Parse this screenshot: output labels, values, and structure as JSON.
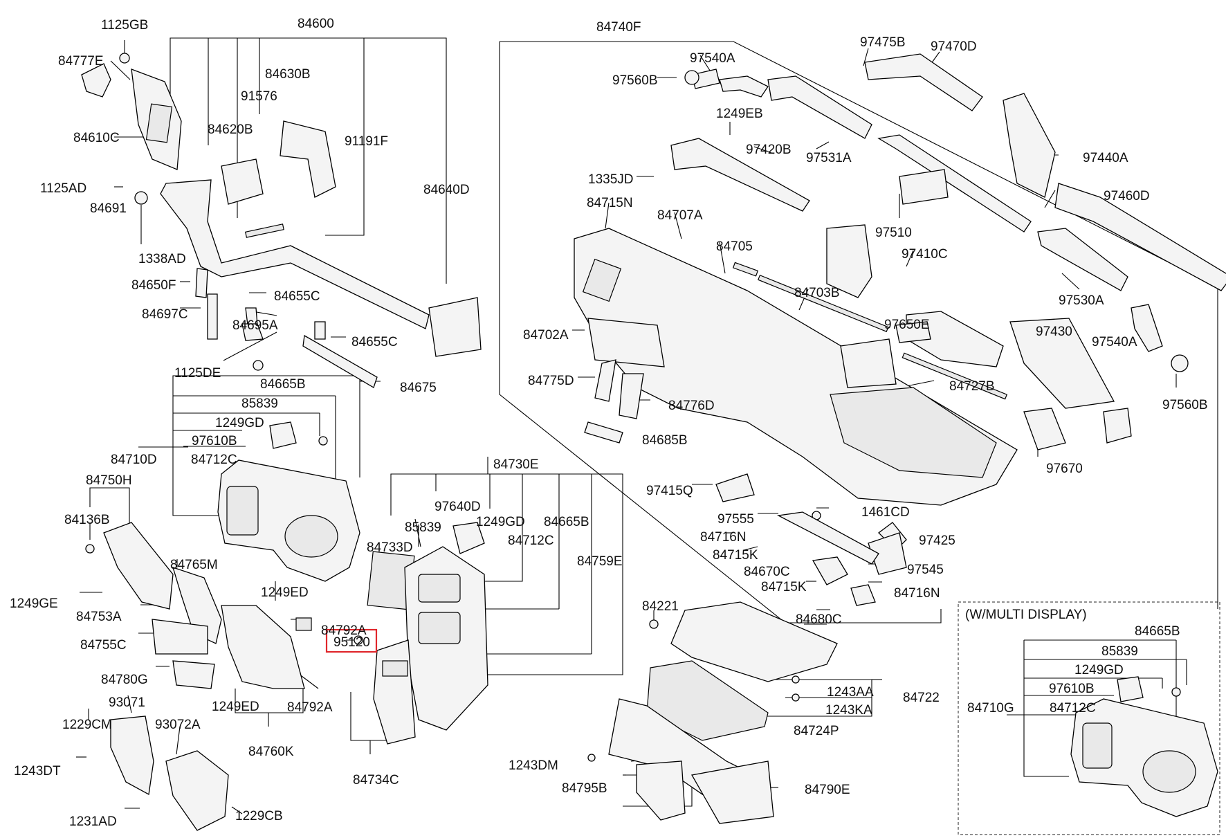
{
  "labels": {
    "p1125GB": "1125GB",
    "p84600": "84600",
    "p84740F": "84740F",
    "p84777E": "84777E",
    "p84630B": "84630B",
    "p91576": "91576",
    "p84620B": "84620B",
    "p91191F": "91191F",
    "p84610C": "84610C",
    "p84640D": "84640D",
    "p1125AD": "1125AD",
    "p84691": "84691",
    "p1338AD": "1338AD",
    "p84650F": "84650F",
    "p84697C": "84697C",
    "p84655C_a": "84655C",
    "p84695A": "84695A",
    "p84655C_b": "84655C",
    "p1125DE": "1125DE",
    "p84675": "84675",
    "p84665B_a": "84665B",
    "p85839_a": "85839",
    "p1249GD_a": "1249GD",
    "p97610B_a": "97610B",
    "p84710D": "84710D",
    "p84712C_a": "84712C",
    "p84750H": "84750H",
    "p84136B": "84136B",
    "p84765M": "84765M",
    "p1249GE": "1249GE",
    "p84753A": "84753A",
    "p84755C": "84755C",
    "p84780G": "84780G",
    "p93071": "93071",
    "p1229CM": "1229CM",
    "p93072A": "93072A",
    "p1243DT": "1243DT",
    "p1231AD": "1231AD",
    "p1229CB": "1229CB",
    "p1249ED_a": "1249ED",
    "p84792A_a": "84792A",
    "p1249ED_b": "1249ED",
    "p84792A_b": "84792A",
    "p84760K": "84760K",
    "p84730E": "84730E",
    "p97640D": "97640D",
    "p85839_b": "85839",
    "p1249GD_b": "1249GD",
    "p84665B_b": "84665B",
    "p84733D": "84733D",
    "p84712C_b": "84712C",
    "p84759E": "84759E",
    "p95120": "95120",
    "p84734C": "84734C",
    "p97475B": "97475B",
    "p97470D": "97470D",
    "p97540A_a": "97540A",
    "p97560B_a": "97560B",
    "p1249EB": "1249EB",
    "p97420B": "97420B",
    "p97531A": "97531A",
    "p97440A": "97440A",
    "p1335JD": "1335JD",
    "p97460D": "97460D",
    "p84715N": "84715N",
    "p84707A": "84707A",
    "p97510": "97510",
    "p84705": "84705",
    "p97410C": "97410C",
    "p84703B": "84703B",
    "p97530A": "97530A",
    "p97650E": "97650E",
    "p84702A": "84702A",
    "p97430": "97430",
    "p97540A_b": "97540A",
    "p84775D": "84775D",
    "p84727B": "84727B",
    "p84776D": "84776D",
    "p97560B_b": "97560B",
    "p84685B": "84685B",
    "p97670": "97670",
    "p97415Q": "97415Q",
    "p1461CD": "1461CD",
    "p97555": "97555",
    "p84716N_a": "84716N",
    "p97425": "97425",
    "p84715K_a": "84715K",
    "p97545": "97545",
    "p84670C": "84670C",
    "p84715K_b": "84715K",
    "p84716N_b": "84716N",
    "p84680C": "84680C",
    "p84221": "84221",
    "p1243AA": "1243AA",
    "p84722": "84722",
    "p1243KA": "1243KA",
    "p84724P": "84724P",
    "p1243DM": "1243DM",
    "p84795B": "84795B",
    "p84790E": "84790E",
    "p84665B_c": "84665B",
    "p85839_c": "85839",
    "p1249GD_c": "1249GD",
    "p97610B_b": "97610B",
    "p84710G": "84710G",
    "p84712C_c": "84712C"
  },
  "inset": {
    "title": "(W/MULTI DISPLAY)"
  },
  "highlight": {
    "part": "95120",
    "color": "#e0262b"
  }
}
